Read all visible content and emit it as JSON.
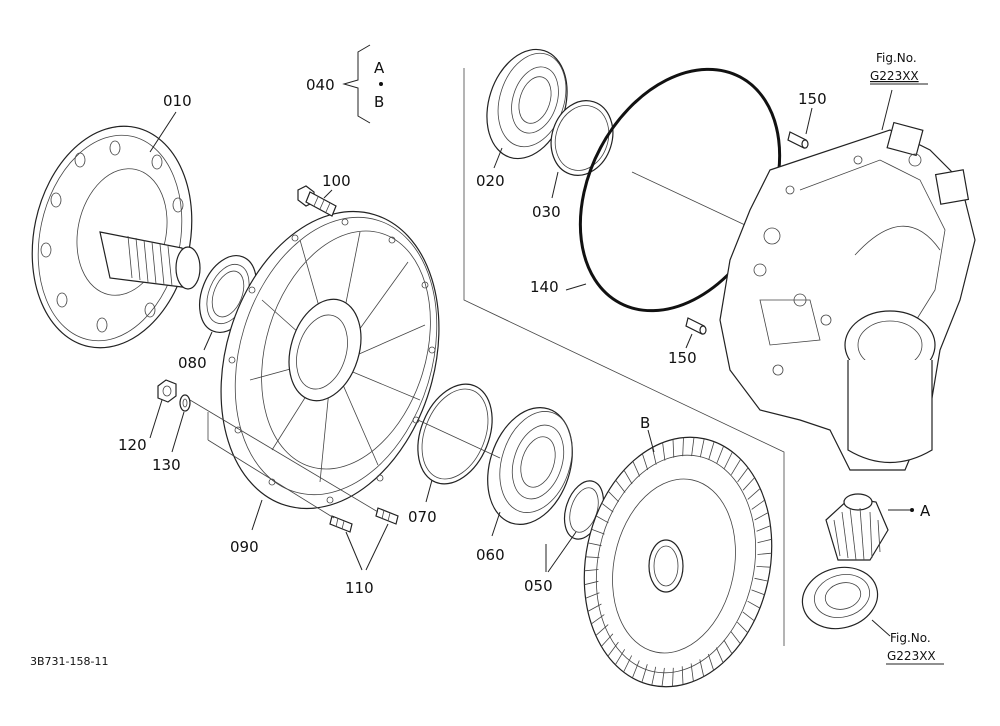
{
  "drawing_number": "3B731-158-11",
  "callouts": {
    "p010": "010",
    "p020": "020",
    "p030": "030",
    "p040": "040",
    "p050": "050",
    "p060": "060",
    "p070": "070",
    "p080": "080",
    "p090": "090",
    "p100": "100",
    "p110": "110",
    "p120": "120",
    "p130": "130",
    "p140": "140",
    "p150a": "150",
    "p150b": "150"
  },
  "set_markers": {
    "a": "A",
    "b": "B",
    "gear_label": "B",
    "pinion_label": "A"
  },
  "references": [
    {
      "title": "Fig.No.",
      "number": "G223XX"
    },
    {
      "title": "Fig.No.",
      "number": "G223XX"
    }
  ]
}
